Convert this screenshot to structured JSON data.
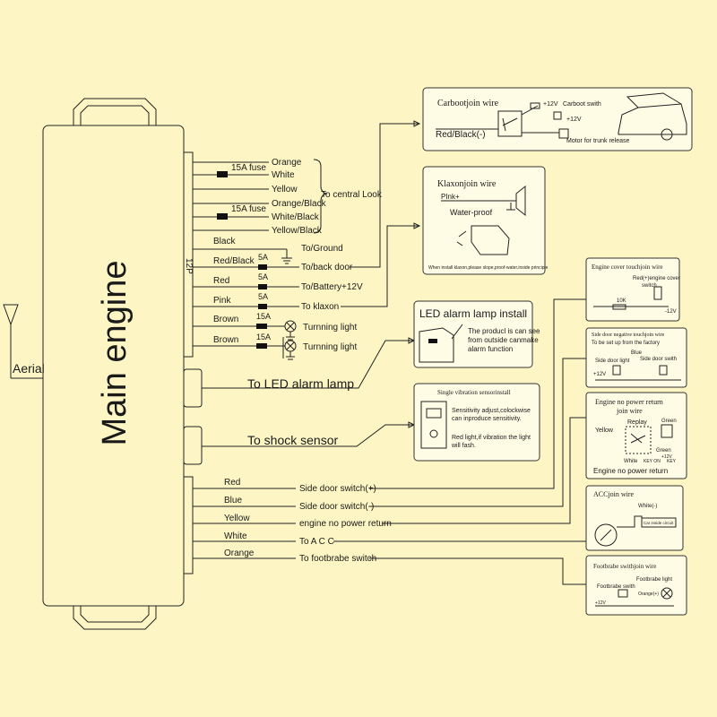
{
  "main": {
    "title": "Main engine",
    "aerial": "Aerial",
    "connector": "12P"
  },
  "wires12p": {
    "fuse_top": "15A fuse",
    "top_group": [
      "Orange",
      "White",
      "Yellow",
      "Orange/Black"
    ],
    "fuse_mid": "15A fuse",
    "mid_group": [
      "White/Black",
      "Yellow/Black"
    ],
    "central_lock": "To central Look",
    "black": "Black",
    "to_ground": "To/Ground",
    "red_black": "Red/Black",
    "fuse_5a_1": "5A",
    "back_door": "To/back door",
    "red": "Red",
    "fuse_5a_2": "5A",
    "battery": "To/Battery+12V",
    "pink": "Pink",
    "fuse_5a_3": "5A",
    "klaxon": "To klaxon",
    "brown1": "Brown",
    "fuse_15a_1": "15A",
    "turn1": "Turnning light",
    "brown2": "Brown",
    "fuse_15a_2": "15A",
    "turn2": "Turnning light"
  },
  "ports": {
    "led": "To LED alarm lamp",
    "shock": "To  shock sensor"
  },
  "lower": {
    "labels": [
      "Red",
      "Blue",
      "Yellow",
      "White",
      "Orange"
    ],
    "targets": [
      "Side door switch(+)",
      "Side door switch(-)",
      "engine no power return",
      "To A C C",
      "To footbrabe switch"
    ]
  },
  "boxes": {
    "trunk": {
      "title": "Carbootjoin wire",
      "v12a": "+12V",
      "switch": "Carboot swith",
      "v12b": "+12V",
      "wire": "Red/Black(-)",
      "motor": "Motor for trunk release"
    },
    "klaxon": {
      "title": "Klaxonjoin wire",
      "pink": "PInk+",
      "water": "Water-proof",
      "note": "When install klaxon,please slope,proof-water,inside principle"
    },
    "hood": {
      "title": "Engine cover touchjoin wire",
      "line1": "Red(+)engine cover",
      "line2": "switch",
      "res": "10K",
      "v12": "-12V"
    },
    "led": {
      "title": "LED alarm lamp install",
      "line1": "The producl is can see",
      "line2": "from outside canmake",
      "line3": "alarm function"
    },
    "door": {
      "title": "Side door negative touchjoin wire",
      "sub": "To be set up from the factory",
      "blue": "Blue",
      "left": "Side door light",
      "right": "Side door swith",
      "v12": "+12V"
    },
    "shock": {
      "title": "Single vibration sensorinstall",
      "line1": "Sensitivity adjust,colockwise",
      "line2": "can inproduce sensitivity.",
      "line3": "Red light,if vibration the light",
      "line4": "will fash."
    },
    "power": {
      "title1": "Engine no power return",
      "title2": "join wire",
      "replay": "Replay",
      "green1": "Green",
      "yellow": "Yellow",
      "green2": "Green",
      "white": "White",
      "key": "KEY ON",
      "keyb": "KEY",
      "v12": "+12V",
      "footer": "Engine no power return"
    },
    "acc": {
      "title": "ACCjoin wire",
      "white": "White(-)",
      "circuit": "Car inside circuit"
    },
    "foot": {
      "title": "Footbrabe swithjoin wire",
      "light": "Footbrabe light",
      "switch": "Footbrabe swith",
      "orange": "Orange(+)",
      "v12": "+12V"
    }
  },
  "colors": {
    "background": "#fdf6c4",
    "line": "#222222",
    "panel": "#fffce6"
  }
}
